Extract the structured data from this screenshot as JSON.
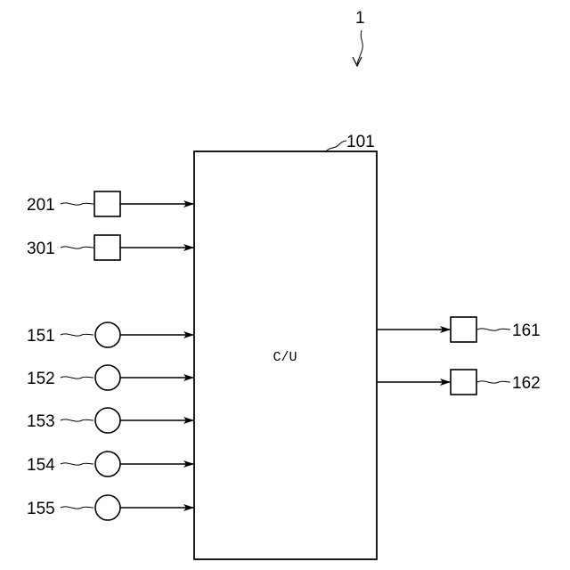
{
  "figure_ref": "1",
  "unit": {
    "ref": "101",
    "text": "C/U"
  },
  "inputs": [
    {
      "ref": "201",
      "symbol": "square-sensor"
    },
    {
      "ref": "301",
      "symbol": "square-sensor"
    },
    {
      "ref": "151",
      "symbol": "circle-sensor"
    },
    {
      "ref": "152",
      "symbol": "circle-sensor"
    },
    {
      "ref": "153",
      "symbol": "circle-sensor"
    },
    {
      "ref": "154",
      "symbol": "circle-sensor"
    },
    {
      "ref": "155",
      "symbol": "circle-sensor"
    }
  ],
  "outputs": [
    {
      "ref": "161",
      "symbol": "square-actuator"
    },
    {
      "ref": "162",
      "symbol": "square-actuator"
    }
  ]
}
